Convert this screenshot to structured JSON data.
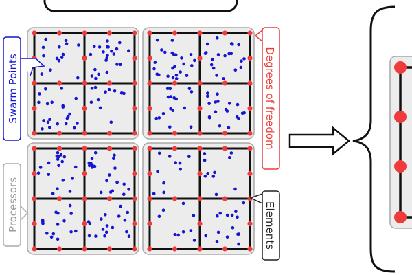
{
  "labels": {
    "swarm_points": "Swarm Points",
    "degrees_of_freedom": "Degrees of freedom",
    "processors": "Processors",
    "elements": "Elements"
  },
  "top_box_text": "",
  "colors": {
    "swarm": "#1414d2",
    "dof": "#ef3b3b",
    "dof_label": "#e8413c",
    "processor_label": "#9a9a9a",
    "element_label": "#222222",
    "element_fill": "#ececec",
    "processor_fill": "#ececec",
    "processor_stroke": "#a8a8a8",
    "line": "#111111"
  },
  "layout": {
    "processor_grid": "2x2",
    "elements_per_processor": "2x2",
    "dof_per_element_side": 3,
    "swarm_points_per_element": [
      [
        14,
        22,
        21,
        11
      ],
      [
        24,
        20,
        16,
        19
      ],
      [
        18,
        22,
        15,
        17
      ],
      [
        10,
        10,
        9,
        15
      ]
    ]
  }
}
